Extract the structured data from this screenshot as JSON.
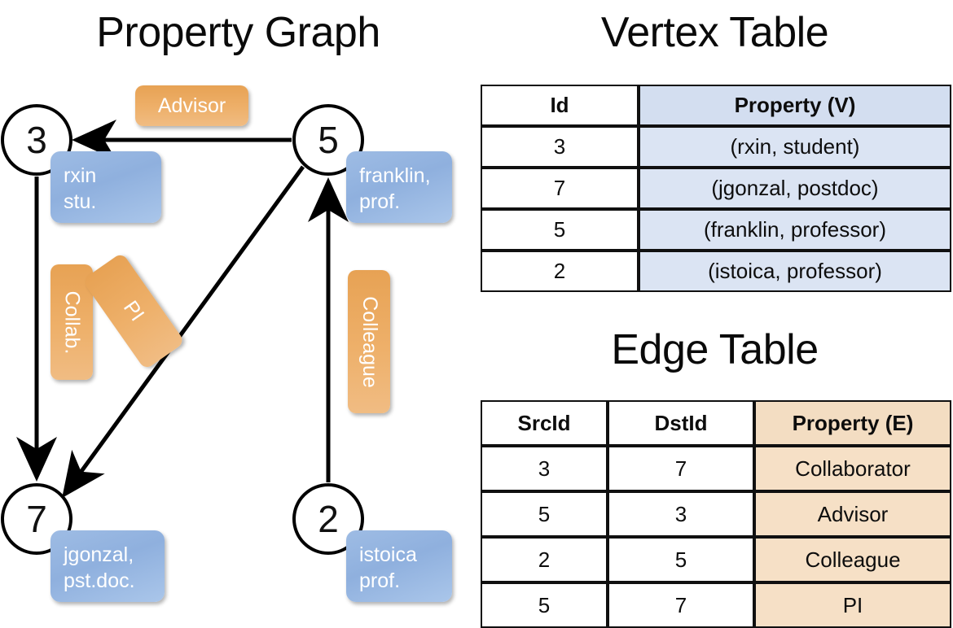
{
  "titles": {
    "property_graph": "Property Graph",
    "vertex_table": "Vertex Table",
    "edge_table": "Edge Table"
  },
  "graph": {
    "nodes": [
      {
        "id": "3",
        "name": "node-3",
        "property_line1": "rxin",
        "property_line2": "stu."
      },
      {
        "id": "5",
        "name": "node-5",
        "property_line1": "franklin,",
        "property_line2": "prof."
      },
      {
        "id": "7",
        "name": "node-7",
        "property_line1": "jgonzal,",
        "property_line2": "pst.doc."
      },
      {
        "id": "2",
        "name": "node-2",
        "property_line1": "istoica",
        "property_line2": "prof."
      }
    ],
    "edge_labels": [
      {
        "key": "advisor",
        "text": "Advisor"
      },
      {
        "key": "collab",
        "text": "Collab."
      },
      {
        "key": "pi",
        "text": "PI"
      },
      {
        "key": "colleague",
        "text": "Colleague"
      }
    ],
    "edges": [
      {
        "from": "5",
        "to": "3",
        "label": "Advisor"
      },
      {
        "from": "3",
        "to": "7",
        "label": "Collab."
      },
      {
        "from": "5",
        "to": "7",
        "label": "PI"
      },
      {
        "from": "2",
        "to": "5",
        "label": "Colleague"
      }
    ]
  },
  "vertex_table": {
    "headers": [
      "Id",
      "Property (V)"
    ],
    "rows": [
      {
        "id": "3",
        "property": "(rxin, student)"
      },
      {
        "id": "7",
        "property": "(jgonzal, postdoc)"
      },
      {
        "id": "5",
        "property": "(franklin, professor)"
      },
      {
        "id": "2",
        "property": "(istoica, professor)"
      }
    ]
  },
  "edge_table": {
    "headers": [
      "SrcId",
      "DstId",
      "Property (E)"
    ],
    "rows": [
      {
        "src": "3",
        "dst": "7",
        "property": "Collaborator"
      },
      {
        "src": "5",
        "dst": "3",
        "property": "Advisor"
      },
      {
        "src": "2",
        "dst": "5",
        "property": "Colleague"
      },
      {
        "src": "5",
        "dst": "7",
        "property": "PI"
      }
    ]
  },
  "colors": {
    "vertex_box": "#8fb0de",
    "edge_box": "#eeb06a",
    "vertex_table_fill": "#dbe4f3",
    "edge_table_fill": "#f6e0c6",
    "stroke": "#000000",
    "background": "#ffffff"
  }
}
